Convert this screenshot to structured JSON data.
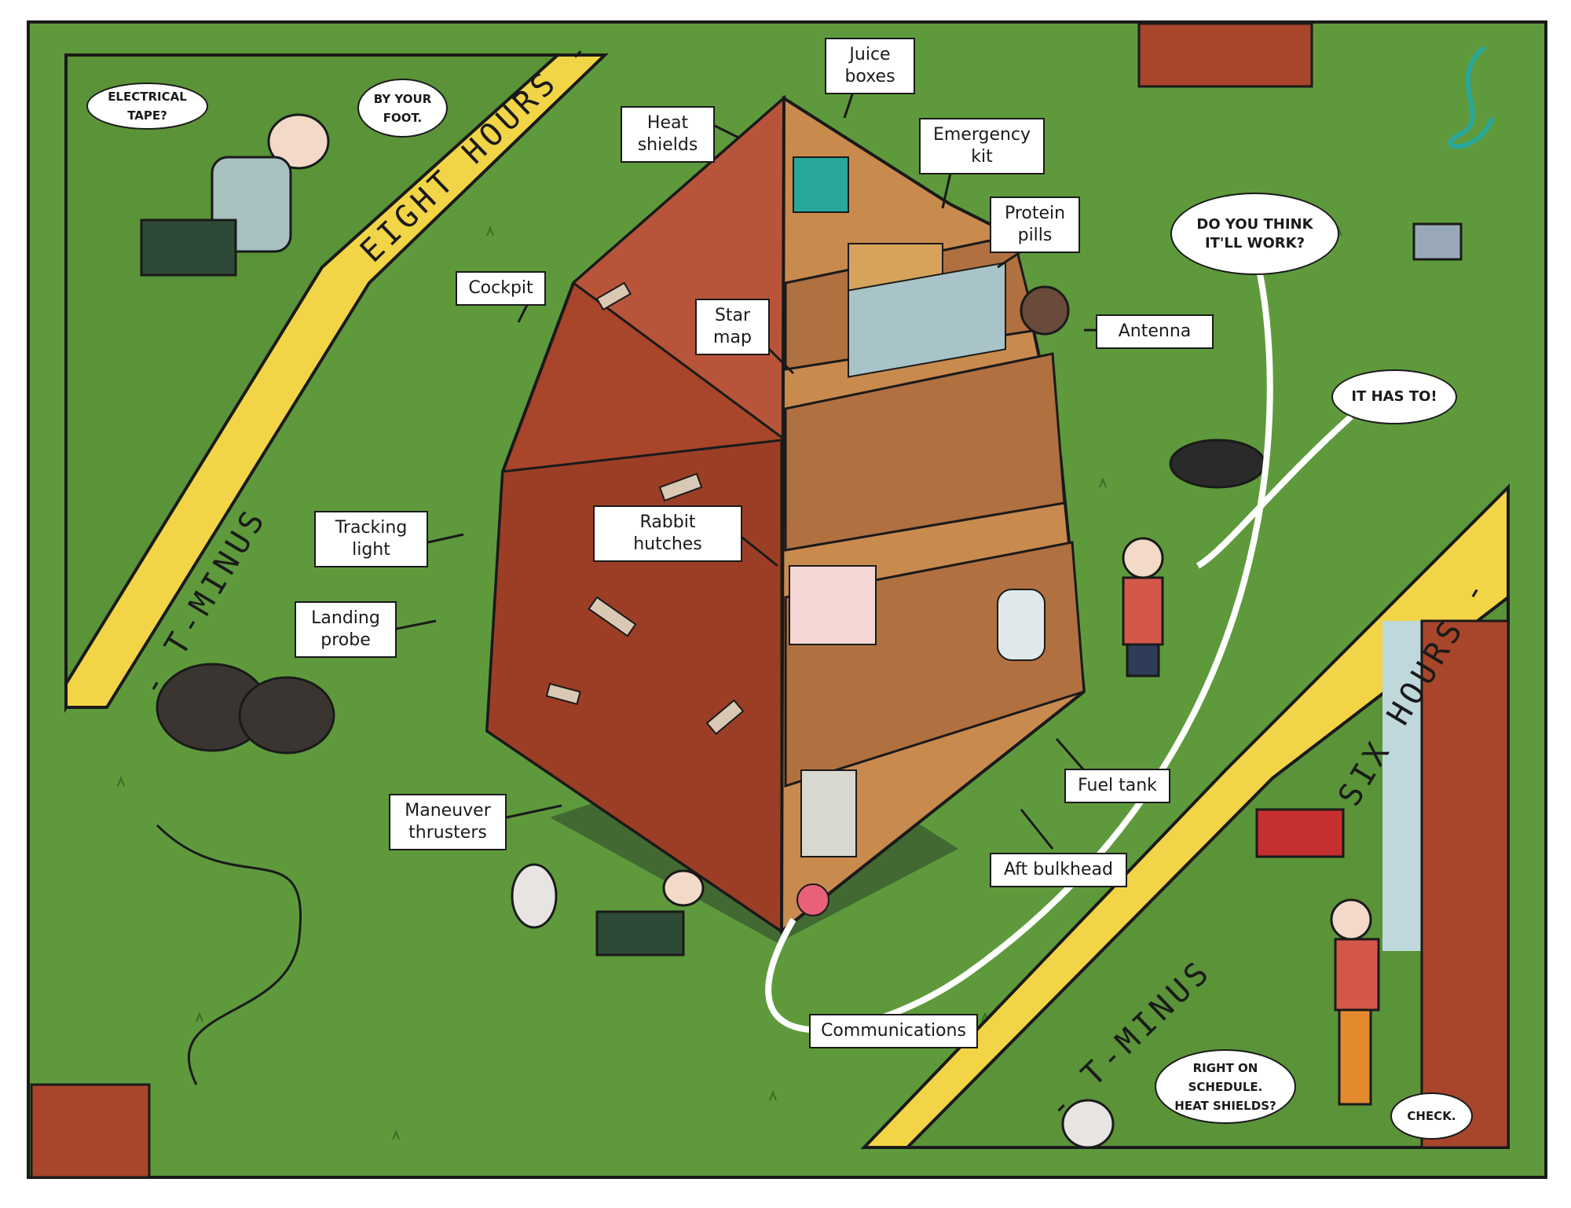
{
  "timestamps": {
    "left": {
      "prefix": "- T-MINUS",
      "hours": "EIGHT HOURS -"
    },
    "right": {
      "prefix": "- T-MINUS",
      "hours": "SIX HOURS -"
    }
  },
  "speech_bubbles": {
    "electrical_tape": "ELECTRICAL TAPE?",
    "by_your_foot": "BY YOUR\nFOOT.",
    "do_you_think": "DO YOU THINK\nIT'LL WORK?",
    "it_has_to": "IT HAS TO!",
    "right_on_schedule": "RIGHT ON SCHEDULE.\nHEAT SHIELDS?",
    "check": "CHECK."
  },
  "callouts": {
    "juice_boxes": "Juice\nboxes",
    "heat_shields": "Heat\nshields",
    "emergency_kit": "Emergency\nkit",
    "protein_pills": "Protein\npills",
    "cockpit": "Cockpit",
    "star_map": "Star\nmap",
    "antenna": "Antenna",
    "tracking_light": "Tracking\nlight",
    "rabbit_hutches": "Rabbit hutches",
    "landing_probe": "Landing\nprobe",
    "maneuver_thrusters": "Maneuver\nthrusters",
    "fuel_tank": "Fuel tank",
    "aft_bulkhead": "Aft bulkhead",
    "communications": "Communications"
  },
  "colors": {
    "grass": "#5e9a3c",
    "frame": "#1a1a1a",
    "band_yellow": "#f2d447",
    "ship_red": "#a8452a",
    "ship_interior": "#c98a4e"
  }
}
